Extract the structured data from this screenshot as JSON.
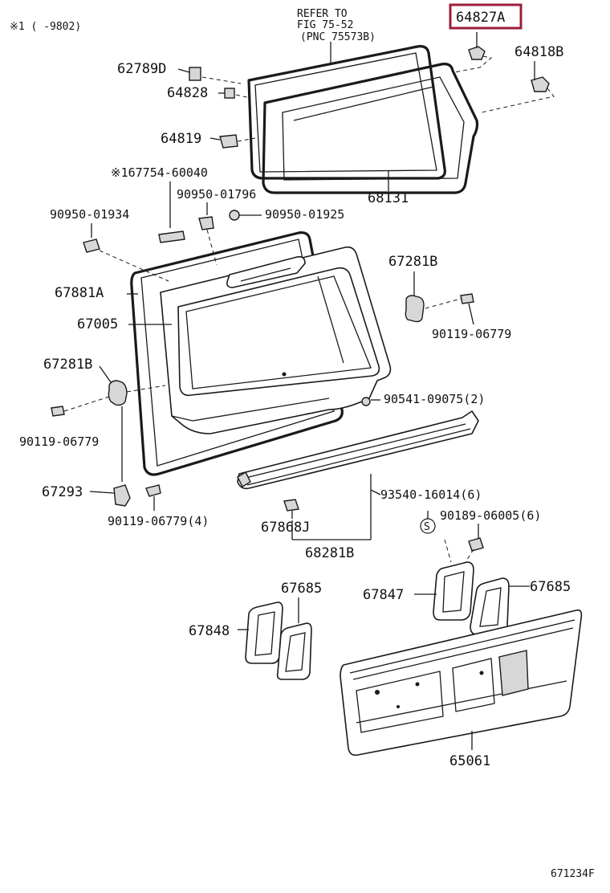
{
  "note": "※1 ( -9802)",
  "refer": {
    "line1": "REFER TO",
    "line2": "FIG 75-52",
    "line3": "(PNC 75573B)"
  },
  "highlight_color": "#9c1c3a",
  "labels": {
    "p64827A": "64827A",
    "p64818B": "64818B",
    "p62789D": "62789D",
    "p64828": "64828",
    "p64819": "64819",
    "p68131": "68131",
    "p67754": "※167754-60040",
    "p90950_01796": "90950-01796",
    "p90950_01934": "90950-01934",
    "p90950_01925": "90950-01925",
    "p67881A": "67881A",
    "p67005": "67005",
    "p67281B_right": "67281B",
    "p90119_06779_right": "90119-06779",
    "p67281B_left": "67281B",
    "p90541": "90541-09075(2)",
    "p90119_06779_left": "90119-06779",
    "p67293": "67293",
    "p90119_06779_4": "90119-06779(4)",
    "p93540": "93540-16014(6)",
    "p90189": "90189-06005(6)",
    "p67868J": "67868J",
    "p68281B": "68281B",
    "p67685_left": "67685",
    "p67847": "67847",
    "p67685_right": "67685",
    "p67848": "67848",
    "p65061": "65061",
    "s_mark": "S"
  },
  "figure_code": "671234F"
}
